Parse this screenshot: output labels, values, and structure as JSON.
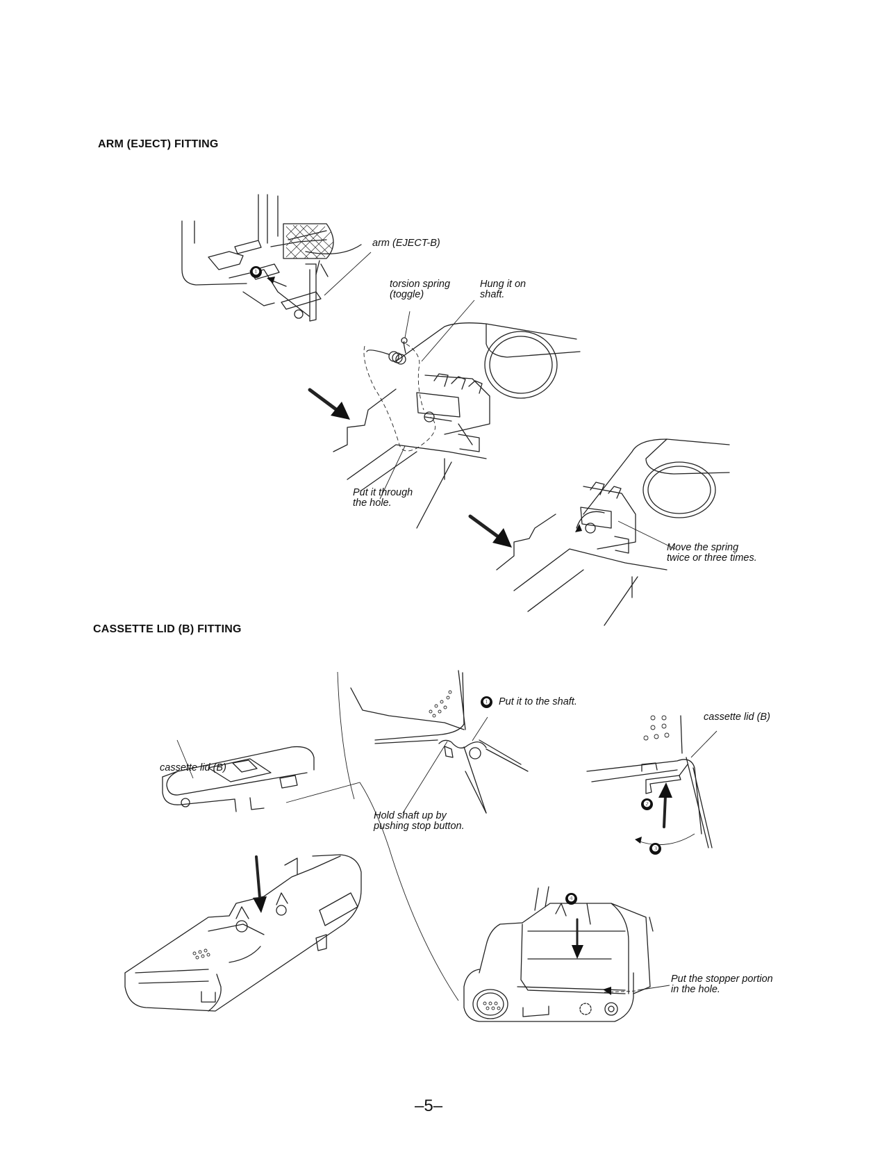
{
  "sections": {
    "arm": {
      "heading": "ARM (EJECT) FITTING",
      "labels": {
        "arm_eject_b": "arm (EJECT-B)",
        "torsion_spring_1": "torsion spring",
        "torsion_spring_2": "(toggle)",
        "hung_1": "Hung it on",
        "hung_2": "shaft.",
        "put_through_1": "Put it through",
        "put_through_2": "the hole.",
        "move_spring_1": "Move the spring",
        "move_spring_2": "twice or three times."
      },
      "step_marker": "❶"
    },
    "lid": {
      "heading": "CASSETTE  LID (B) FITTING",
      "labels": {
        "lid_left": "cassette lid (B)",
        "put_to_shaft": "Put it to the shaft.",
        "lid_right": "cassette lid (B)",
        "hold_shaft_1": "Hold shaft up by",
        "hold_shaft_2": "pushing stop button.",
        "stopper_1": "Put the stopper portion",
        "stopper_2": "in the hole."
      },
      "step_markers": [
        "❶",
        "❷",
        "❸",
        "❹"
      ]
    }
  },
  "page_number": "–5–"
}
